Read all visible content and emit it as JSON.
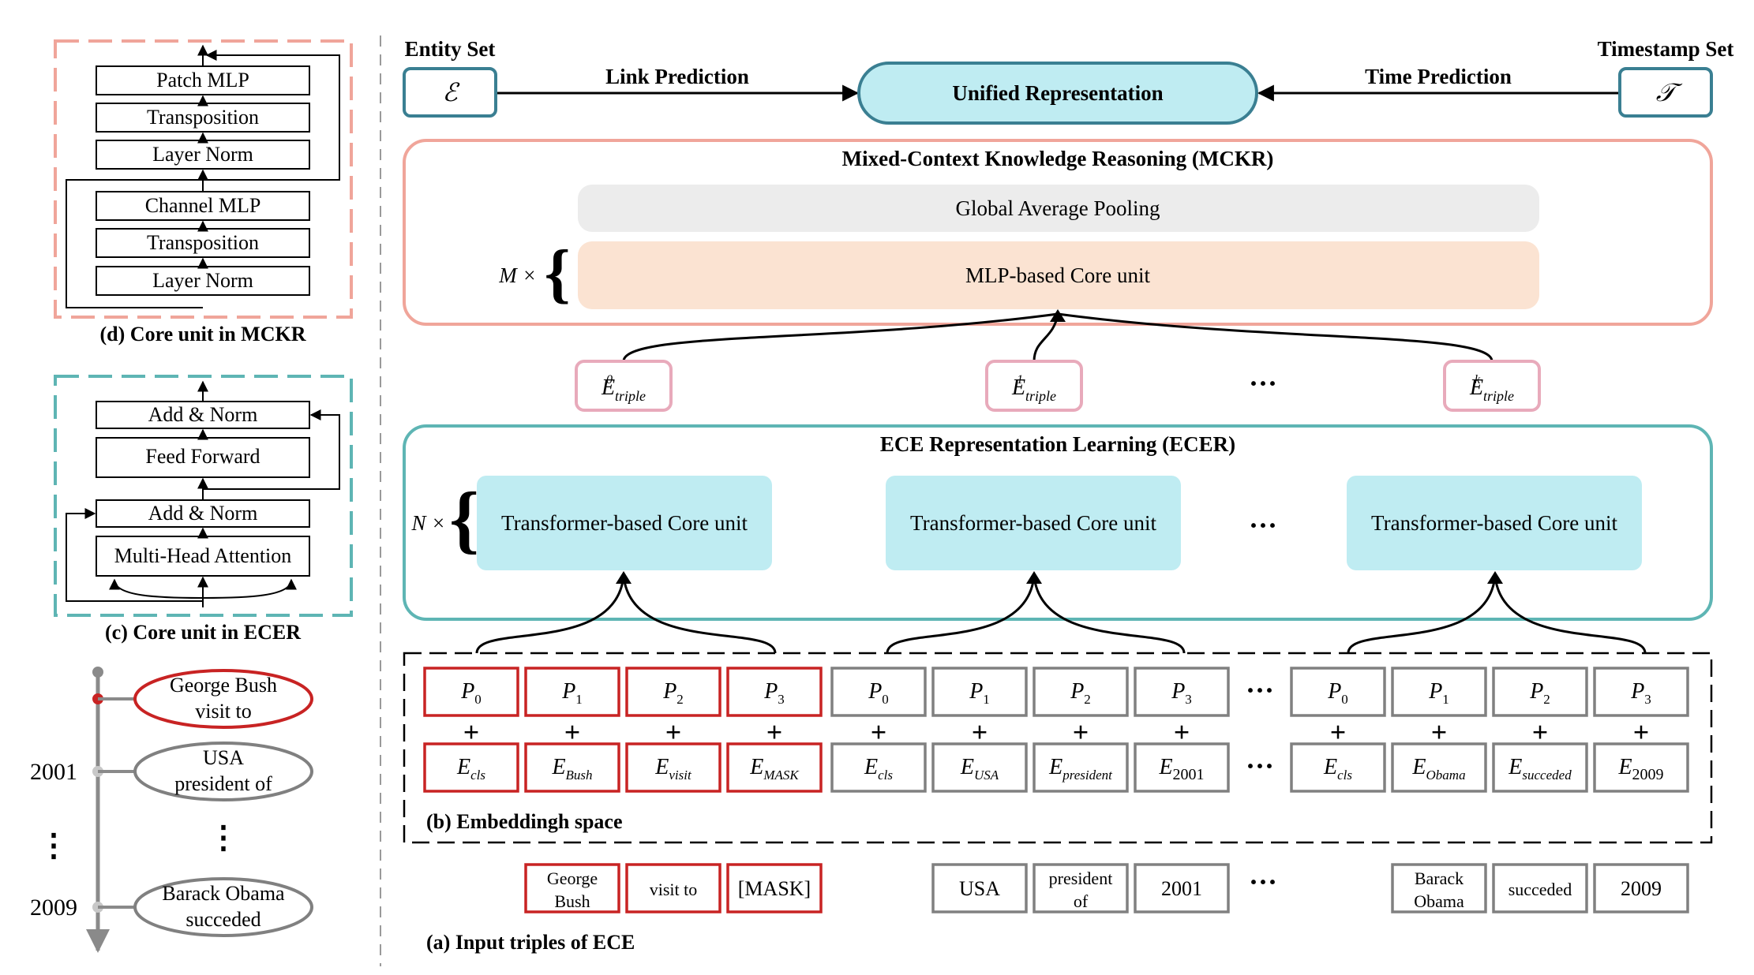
{
  "top": {
    "entity_set_title": "Entity Set",
    "entity_symbol": "ℰ",
    "link_prediction": "Link Prediction",
    "unified_representation": "Unified Representation",
    "time_prediction": "Time Prediction",
    "timestamp_set_title": "Timestamp Set",
    "timestamp_symbol": "𝒯"
  },
  "mckr": {
    "title": "Mixed-Context Knowledge Reasoning (MCKR)",
    "pooling": "Global Average Pooling",
    "core": "MLP-based Core unit",
    "repeat": "M ×"
  },
  "triples_embed": {
    "e0": {
      "base": "E",
      "sub": "triple",
      "sup": "0"
    },
    "e1": {
      "base": "E",
      "sub": "triple",
      "sup": "1"
    },
    "ek": {
      "base": "E",
      "sub": "triple",
      "sup": "k"
    },
    "ellipsis": "···"
  },
  "ecer": {
    "title": "ECE Representation Learning (ECER)",
    "repeat": "N ×",
    "core1": "Transformer-based Core unit",
    "core2": "Transformer-based Core unit",
    "core3": "Transformer-based Core unit",
    "ellipsis": "···"
  },
  "embedding": {
    "caption": "(b) Embeddingh space",
    "plus": "+",
    "ellipsis": "···",
    "pos_base": "P",
    "pos_subs": [
      "0",
      "1",
      "2",
      "3"
    ],
    "groups": [
      [
        "cls",
        "Bush",
        "visit",
        "MASK"
      ],
      [
        "cls",
        "USA",
        "president",
        "2001"
      ],
      [
        "cls",
        "Obama",
        "succeded",
        "2009"
      ]
    ]
  },
  "inputs": {
    "caption": "(a) Input triples of ECE",
    "g1": [
      "George Bush",
      "visit to",
      "[MASK]"
    ],
    "g2": [
      "USA",
      "president of",
      "2001"
    ],
    "g3": [
      "Barack Obama",
      "succeded",
      "2009"
    ],
    "ellipsis": "···"
  },
  "core_mckr": {
    "caption": "(d) Core unit in MCKR",
    "patch_mlp": "Patch MLP",
    "transposition": "Transposition",
    "layer_norm": "Layer Norm",
    "channel_mlp": "Channel MLP"
  },
  "core_ecer": {
    "caption": "(c) Core unit in ECER",
    "add_norm": "Add & Norm",
    "feed_forward": "Feed Forward",
    "mha": "Multi-Head Attention"
  },
  "timeline": {
    "event1": "George Bush visit to",
    "event2": "USA president of",
    "event3": "Barack Obama succeded",
    "year1": "2001",
    "year2": "2009",
    "dots": "⋮"
  },
  "colors": {
    "teal": "#3a7f92",
    "cyan_fill": "#bfecf2",
    "salmon": "#f0a59a",
    "peach": "#fbe3d2",
    "gray_fill": "#ececec",
    "ecer_border": "#5eb5b4",
    "red": "#c82323",
    "gray_box": "#808080",
    "pink_box": "#e8aabb"
  }
}
